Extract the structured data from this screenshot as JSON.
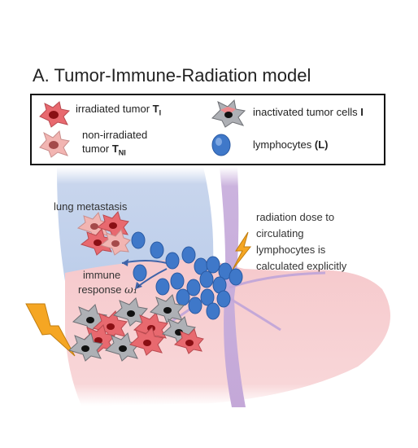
{
  "title": "A. Tumor-Immune-Radiation model",
  "legend": {
    "irradiated": {
      "label": "irradiated tumor ",
      "symbol": "T",
      "sub": "I"
    },
    "non_irradiated": {
      "line1": "non-irradiated",
      "line2": "tumor ",
      "symbol": "T",
      "sub": "NI"
    },
    "inactivated": {
      "label": "inactivated tumor cells ",
      "symbol": "I"
    },
    "lymphocytes": {
      "label": "lymphocytes ",
      "symbol": "(L)"
    }
  },
  "labels": {
    "lung_metastasis": "lung metastasis",
    "immune_line1": "immune",
    "immune_line2": "response ",
    "immune_symbol": "ω₁′",
    "radiation_line1": "radiation dose to",
    "radiation_line2": "circulating",
    "radiation_line3": "lymphocytes is",
    "radiation_line4": "calculated explicitly"
  },
  "colors": {
    "lung": "#c5d3ec",
    "liver": "#f6c9cc",
    "vessel": "#bfa3d4",
    "lymphocyte": "#3f78c9",
    "irradiated_cell": "#e8696f",
    "non_irradiated_cell": "#f2b5b2",
    "inactivated_cell": "#9ea0a6",
    "lightning": "#f5a623"
  },
  "icons": [
    "irradiated-tumor-cell-icon",
    "non-irradiated-tumor-cell-icon",
    "inactivated-tumor-cell-icon",
    "lymphocyte-icon",
    "lightning-icon"
  ]
}
